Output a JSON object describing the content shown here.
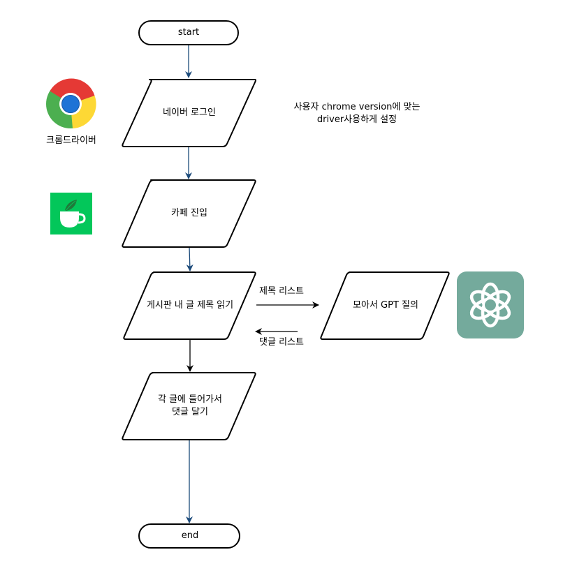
{
  "flow": {
    "start": "start",
    "naver_login": "네이버 로그인",
    "cafe_enter": "카페 진입",
    "read_titles": "게시판 내 글 제목 읽기",
    "comment_line1": "각 글에 들어가서",
    "comment_line2": "댓글 달기",
    "end": "end"
  },
  "side": {
    "gpt_query": "모아서 GPT 질의",
    "title_list": "제목 리스트",
    "comment_list": "댓글 리스트",
    "note_line1": "사용자 chrome version에 맞는",
    "note_line2": "driver사용하게 설정",
    "chrome_label": "크롬드라이버"
  },
  "icons": {
    "chrome": "chrome-icon",
    "cafe": "naver-cafe-icon",
    "openai": "openai-icon"
  },
  "colors": {
    "connector": "#1b4a7a",
    "arrow": "#000000",
    "cafe_green": "#03c75a",
    "openai_green": "#74aa9c"
  }
}
